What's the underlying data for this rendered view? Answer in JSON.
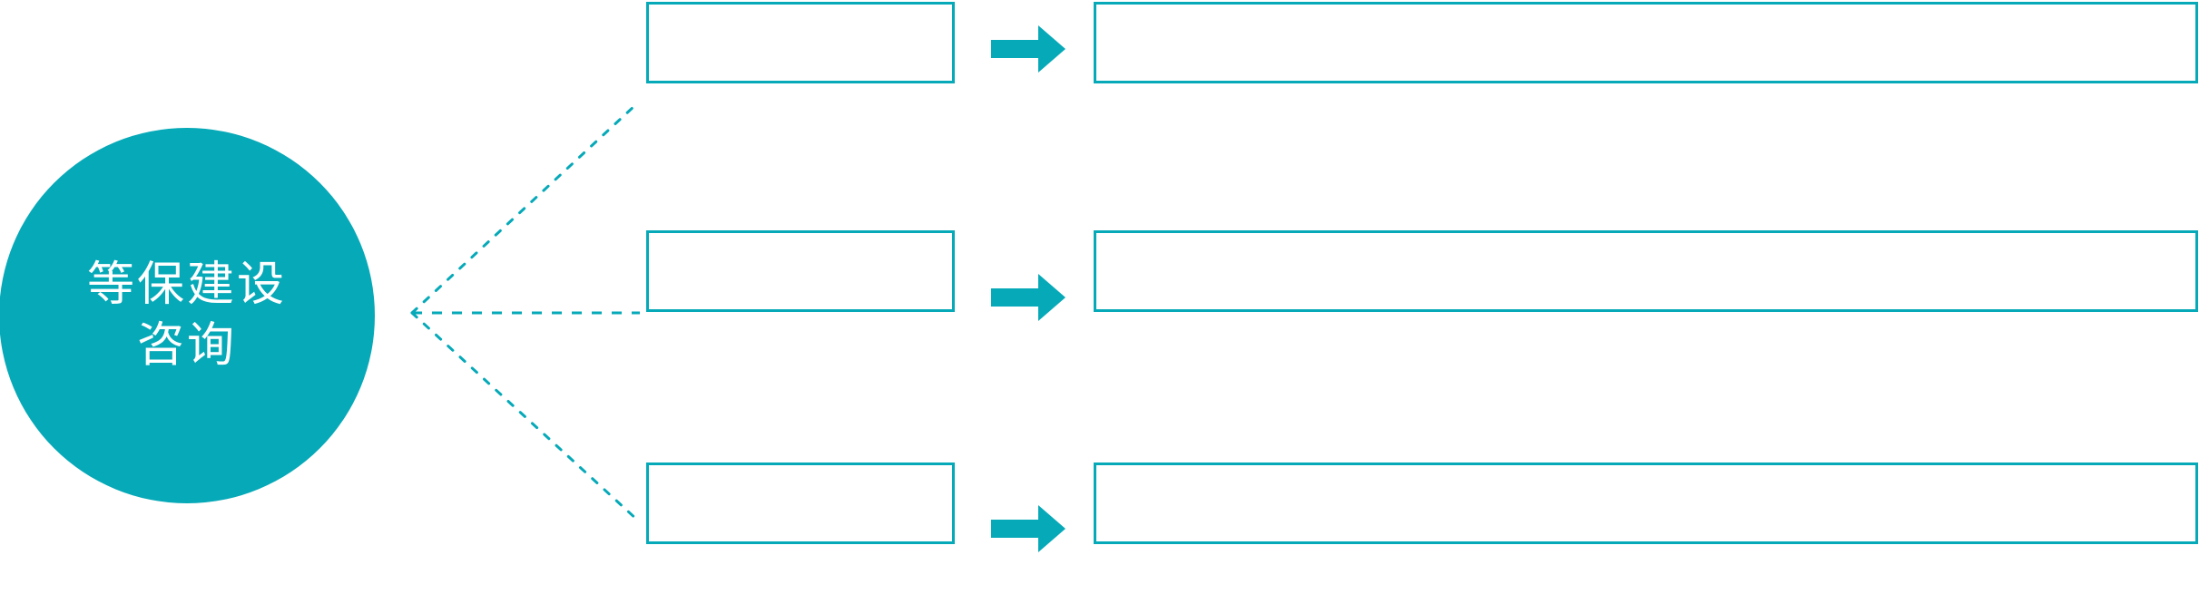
{
  "diagram": {
    "type": "hub-and-spoke-flow",
    "title": "等保建设咨询",
    "accent_color": "#06a9b8",
    "background_color": "#ffffff",
    "text_color_on_accent": "#ffffff",
    "hub": {
      "shape": "circle",
      "label_lines": [
        "等保建设",
        "咨询"
      ],
      "fill": "#06a9b8"
    },
    "connector": {
      "style": "dotted",
      "color": "#06a9b8",
      "count": 3
    },
    "arrow": {
      "glyph": "arrow-right",
      "color": "#06a9b8",
      "count": 3
    },
    "rows": [
      {
        "index": 1,
        "node_label": "",
        "detail_text": ""
      },
      {
        "index": 2,
        "node_label": "",
        "detail_text": ""
      },
      {
        "index": 3,
        "node_label": "",
        "detail_text": ""
      }
    ]
  }
}
